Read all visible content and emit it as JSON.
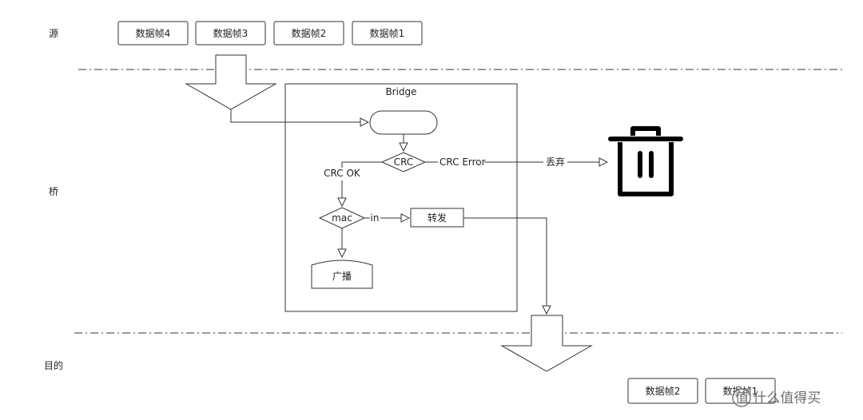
{
  "zones": {
    "source": "源",
    "bridge": "桥",
    "destination": "目的"
  },
  "source_frames": [
    "数据帧4",
    "数据帧3",
    "数据帧2",
    "数据帧1"
  ],
  "bridge": {
    "title": "Bridge",
    "crc_node": "CRC",
    "crc_error_label": "CRC Error",
    "discard_label": "丢弃",
    "crc_ok_label": "CRC OK",
    "mac_node": "mac",
    "in_label": "in",
    "forward_node": "转发",
    "broadcast_node": "广播"
  },
  "destination_frames": [
    "数据帧2",
    "数据帧1"
  ],
  "watermark": "值 什么值得买",
  "icons": {
    "discard": "trash-icon"
  }
}
